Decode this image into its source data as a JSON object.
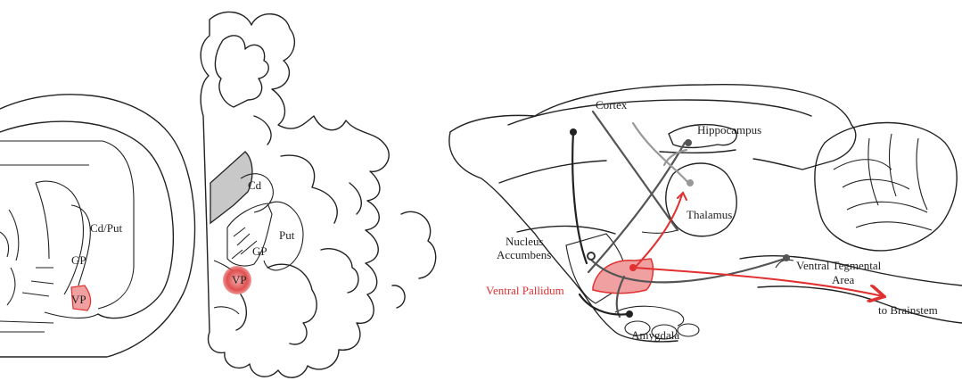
{
  "panel_rodent_coronal": {
    "labels": {
      "cd_put": "Cd/Put",
      "gp": "GP",
      "vp": "VP"
    }
  },
  "panel_human_coronal": {
    "labels": {
      "cd": "Cd",
      "gp": "GP",
      "put": "Put",
      "vp": "VP"
    }
  },
  "panel_sagittal": {
    "labels": {
      "cortex": "Cortex",
      "hippocampus": "Hippocampus",
      "thalamus": "Thalamus",
      "nucleus_accumbens_1": "Nucleus",
      "nucleus_accumbens_2": "Accumbens",
      "ventral_pallidum": "Ventral Pallidum",
      "amygdala": "Amygdala",
      "vta_1": "Ventral Tegmental",
      "vta_2": "Area",
      "brainstem": "to Brainstem"
    }
  },
  "colors": {
    "highlight_red": "#e03030",
    "vp_fill": "#f0a0a0",
    "ventricle_gray": "#c8c8c8",
    "pathway_dark": "#555555",
    "pathway_light": "#999999"
  }
}
